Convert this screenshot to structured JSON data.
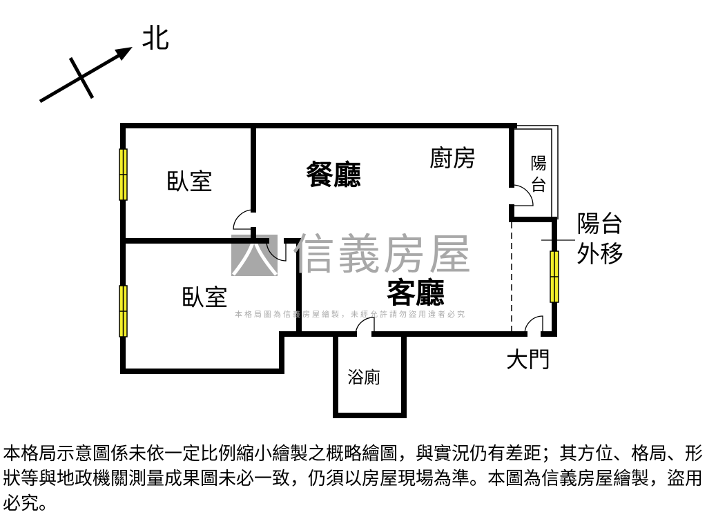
{
  "compass": {
    "label": "北"
  },
  "rooms": {
    "bedroom_1": "臥室",
    "bedroom_2": "臥室",
    "dining": "餐廳",
    "kitchen": "廚房",
    "living": "客廳",
    "bathroom": "浴廁",
    "balcony_1": "陽",
    "balcony_2": "台",
    "balcony_moved_1": "陽台",
    "balcony_moved_2": "外移",
    "front_door": "大門"
  },
  "watermark": {
    "brand": "信義房屋",
    "notice": "本格局圖為信義房屋繪製，未經允許請勿盜用違者必究"
  },
  "disclaimer": "本格局示意圖係未依一定比例縮小繪製之概略繪圖，與實況仍有差距；其方位、格局、形狀等與地政機關測量成果圖未必一致，仍須以房屋現場為準。本圖為信義房屋繪製，盜用必究。",
  "colors": {
    "wall": "#000000",
    "window": "#f2ee2a",
    "watermark": "#a8a8a8"
  }
}
